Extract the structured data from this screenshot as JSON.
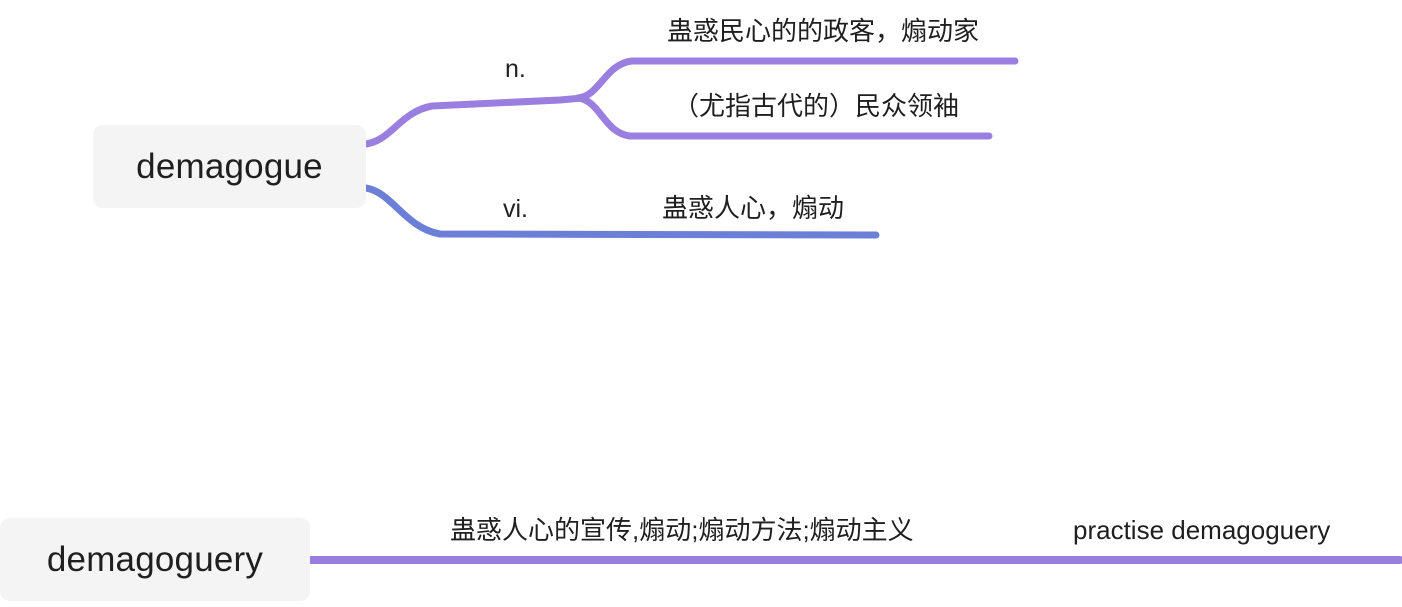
{
  "diagram": {
    "type": "mind-map",
    "title": "demagogue vocabulary mind map",
    "colors": {
      "branch_purple": "#9b7fe0",
      "branch_blue": "#6b7fd7",
      "node_background": "#f4f4f4",
      "text": "#1f1f1f",
      "canvas": "#ffffff"
    }
  },
  "nodes": {
    "root_1": {
      "label": "demagogue"
    },
    "root_2": {
      "label": "demagoguery"
    }
  },
  "branches": {
    "noun": {
      "pos_label": "n.",
      "color": "#9b7fe0",
      "senses": [
        {
          "text": "蛊惑民心的的政客，煽动家"
        },
        {
          "text": "（尤指古代的）民众领袖"
        }
      ]
    },
    "verb": {
      "pos_label": "vi.",
      "color": "#6b7fd7",
      "senses": [
        {
          "text": "蛊惑人心，煽动"
        }
      ]
    },
    "demagoguery": {
      "color": "#9b7fe0",
      "definition": "蛊惑人心的宣传,煽动;煽动方法;煽动主义",
      "example": "practise demagoguery"
    }
  }
}
